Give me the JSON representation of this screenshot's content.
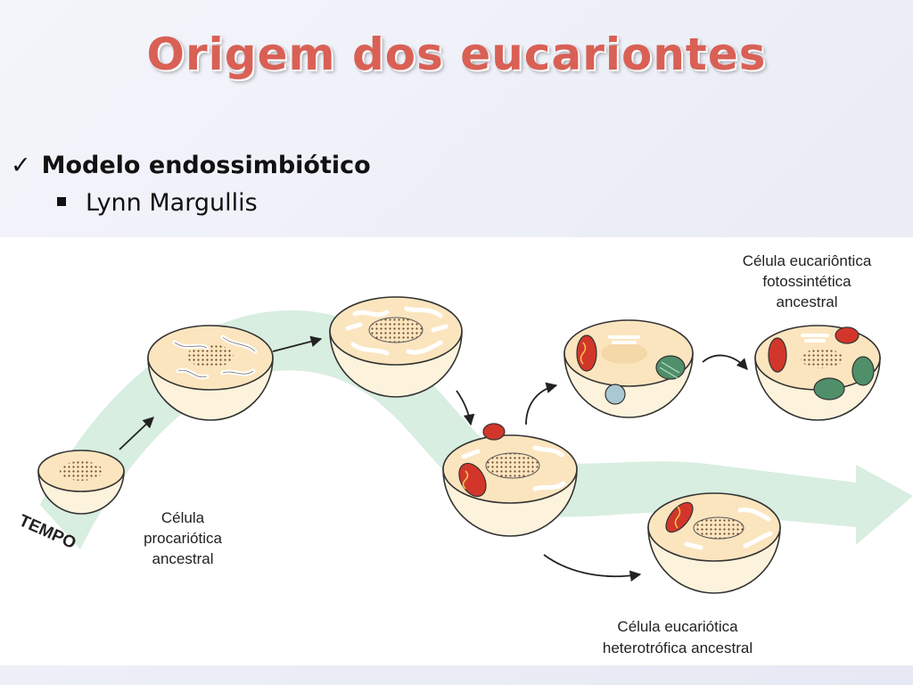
{
  "slide": {
    "title": "Origem dos eucariontes",
    "bullet_level1": "Modelo endossimbiótico",
    "bullet_level2": "Lynn Margullis"
  },
  "diagram": {
    "time_label": "TEMPO",
    "label_prokaryote": [
      "Célula",
      "procariótica",
      "ancestral"
    ],
    "label_photosynthetic": [
      "Célula eucariôntica",
      "fotossintética",
      "ancestral"
    ],
    "label_heterotrophic": [
      "Célula eucariótica",
      "heterotrófica ancestral"
    ]
  },
  "colors": {
    "title": "#d96055",
    "cell_cytoplasm": "#fbe5bf",
    "cell_shell": "#fdf3dc",
    "time_arrow": "#d8eee0",
    "mitochondrion": "#d2362b",
    "chloroplast": "#4f8f6a"
  }
}
